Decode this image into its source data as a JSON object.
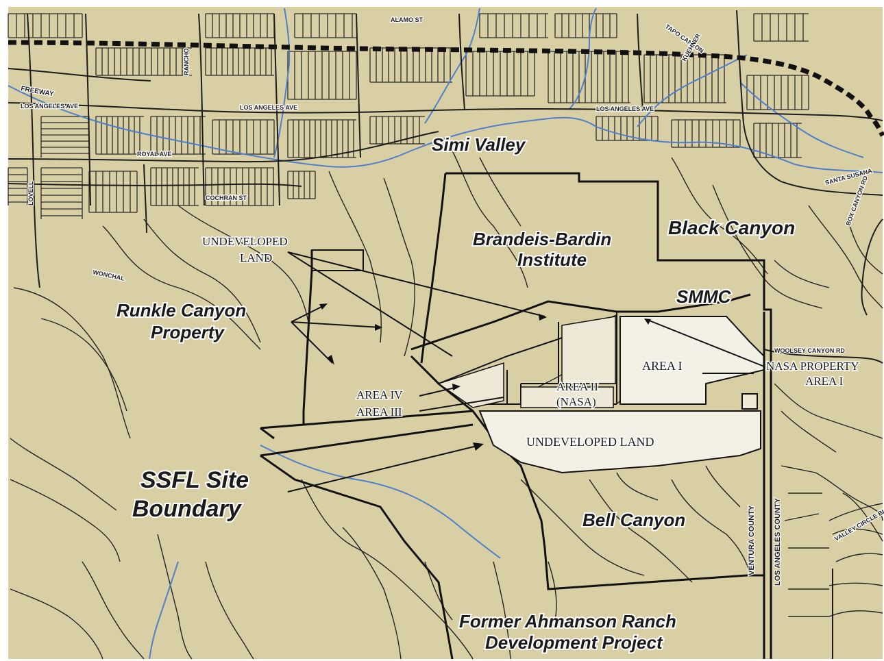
{
  "colors": {
    "land": "#d9cfa5",
    "urban": "#ddd3aa",
    "developed_area": "#f3f1e6",
    "creek": "#4f7fc9",
    "line": "#1c1c1c",
    "frame": "#ffffff"
  },
  "labels": {
    "simi_valley": "Simi Valley",
    "black_canyon": "Black Canyon",
    "brandeis_line1": "Brandeis-Bardin",
    "brandeis_line2": "Institute",
    "smmc": "SMMC",
    "undeveloped_top_line1": "UNDEVELOPED",
    "undeveloped_top_line2": "LAND",
    "runkle_line1": "Runkle Canyon",
    "runkle_line2": "Property",
    "area_i": "AREA I",
    "nasa_property_line1": "NASA PROPERTY",
    "nasa_property_line2": "AREA I",
    "area_ii_line1": "AREA II",
    "area_ii_line2": "(NASA)",
    "area_iv": "AREA IV",
    "area_iii": "AREA III",
    "undeveloped_land": "UNDEVELOPED LAND",
    "ssfl_line1": "SSFL Site",
    "ssfl_line2": "Boundary",
    "bell_canyon": "Bell Canyon",
    "ventura_county": "VENTURA COUNTY",
    "los_angeles_county": "LOS ANGELES COUNTY",
    "ahmanson_line1": "Former Ahmanson Ranch",
    "ahmanson_line2": "Development Project"
  },
  "roads": {
    "freeway": "FREEWAY",
    "los_angeles_ave_west": "LOS ANGELES AVE",
    "los_angeles_ave_east": "LOS ANGELES AVE",
    "los_angeles_ave_mid": "LOS ANGELES AVE",
    "royal_ave": "ROYAL AVE",
    "cochran": "COCHRAN ST",
    "santa_susana": "SANTA SUSANA",
    "box_canyon": "BOX CANYON RD",
    "woolsey_canyon": "WOOLSEY CANYON RD",
    "valley_circle": "VALLEY CIRCLE BLVD",
    "alamo_st": "ALAMO ST",
    "tapo_canyon": "TAPO CANYON",
    "kuehner": "KUEHNER",
    "rancho": "RANCHO",
    "lovell": "LOVELL",
    "wonchal": "WONCHAL"
  }
}
